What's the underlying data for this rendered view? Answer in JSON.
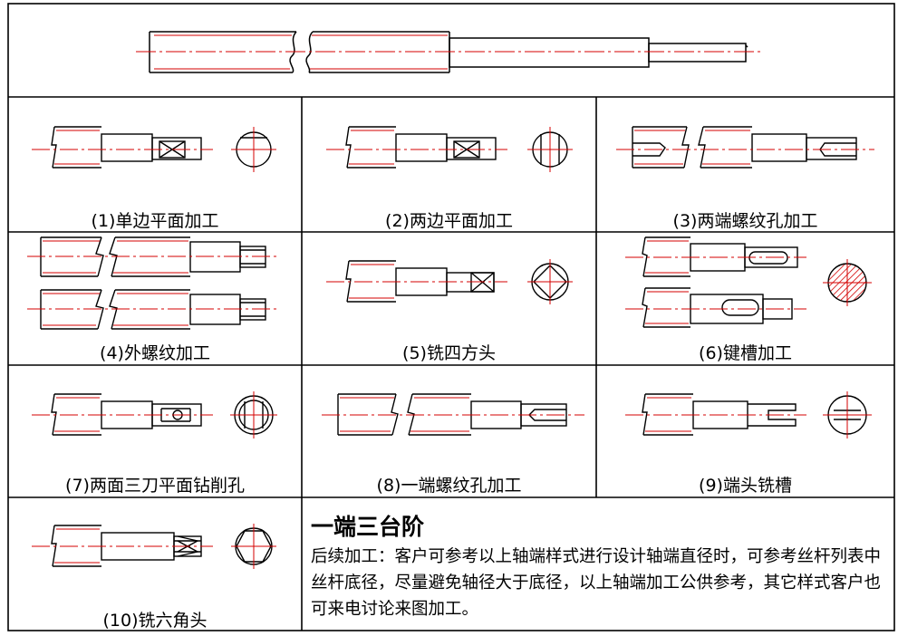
{
  "captions": {
    "c1": "(1)单边平面加工",
    "c2": "(2)两边平面加工",
    "c3": "(3)两端螺纹孔加工",
    "c4": "(4)外螺纹加工",
    "c5": "(5)铣四方头",
    "c6": "(6)键槽加工",
    "c7": "(7)两面三刀平面钻削孔",
    "c8": "(8)一端螺纹孔加工",
    "c9": "(9)端头铣槽",
    "c10": "(10)铣六角头"
  },
  "info": {
    "title": "一端三台阶",
    "note": "后续加工：客户可参考以上轴端样式进行设计轴端直径时，可参考丝杆列表中丝杆底径，尽量避免轴径大于底径，以上轴端加工公供参考，其它样式客户也可来电讨论来图加工。"
  },
  "colors": {
    "line": "#000000",
    "center": "#d40000",
    "hatch": "#d40000"
  }
}
